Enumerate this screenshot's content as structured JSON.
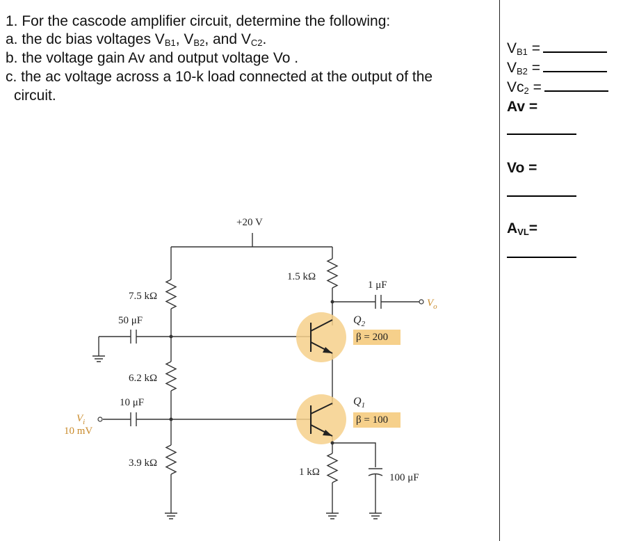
{
  "question": {
    "line1": "1. For the cascode amplifier circuit, determine the following:",
    "line2_pre": "a. the dc bias voltages V",
    "line2_sub1": "B1",
    "line2_mid1": ", V",
    "line2_sub2": "B2",
    "line2_mid2": ", and V",
    "line2_sub3": "C2",
    "line2_post": ".",
    "line3": "b. the voltage gain Av and output voltage Vo .",
    "line4": "c. the ac voltage across a 10-k load connected at the output of the",
    "line5": "circuit."
  },
  "answers": {
    "vb1_label": "V",
    "vb1_sub": "B1",
    "vb1_eq": "=",
    "vb2_label": "V",
    "vb2_sub": "B2",
    "vb2_eq": "=",
    "vc2_label": "Vc",
    "vc2_sub": "2",
    "vc2_eq": "=",
    "av_label": "Av =",
    "vo_label": "Vo =",
    "avl_label": "A",
    "avl_sub": "VL",
    "avl_eq": "="
  },
  "circuit": {
    "supply": "+20 V",
    "r1": "7.5 kΩ",
    "r2": "6.2 kΩ",
    "r3": "3.9 kΩ",
    "rc": "1.5 kΩ",
    "re": "1 kΩ",
    "c1": "50 μF",
    "c2": "10 μF",
    "c_out": "1 μF",
    "c_e": "100 μF",
    "q2": "Q",
    "q2_sub": "2",
    "beta2": "β = 200",
    "q1": "Q",
    "q1_sub": "1",
    "beta1": "β = 100",
    "vi": "V",
    "vi_sub": "i",
    "vi_val": "10 mV",
    "vo": "V",
    "vo_sub": "o",
    "accent_color": "#f6d08b",
    "label_color": "#c98a2a"
  }
}
